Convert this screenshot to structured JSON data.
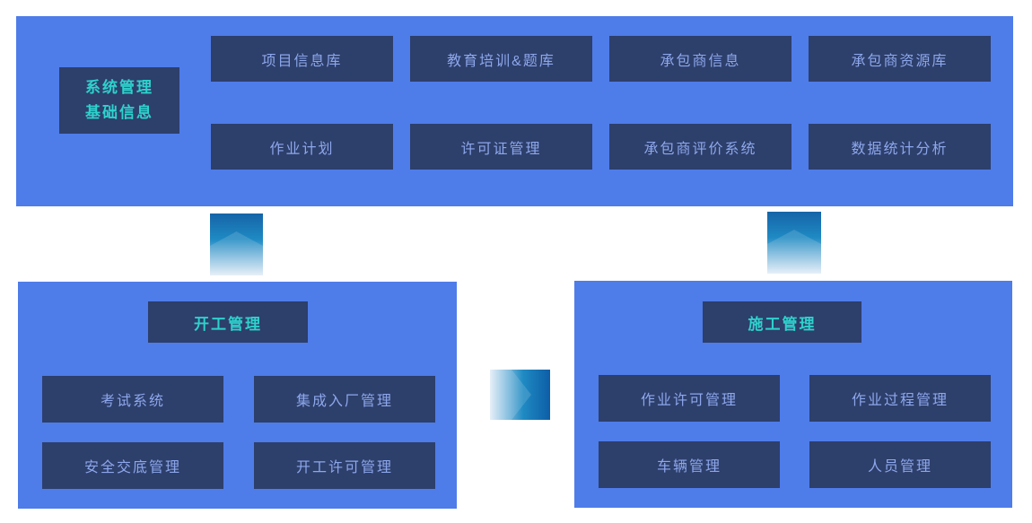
{
  "colors": {
    "panel_blue": "#4e7ce9",
    "box_navy": "#2d3f6b",
    "box_label": "#8da7ec",
    "header_teal": "#2ed1cd",
    "canvas_bg": "#ffffff",
    "arrow_dark": "#1564a8",
    "arrow_mid": "#1f8ac3",
    "arrow_light": "#e3edf7"
  },
  "top_panel": {
    "header": {
      "line1": "系统管理",
      "line2": "基础信息"
    },
    "modules_row1": [
      "项目信息库",
      "教育培训&题库",
      "承包商信息",
      "承包商资源库"
    ],
    "modules_row2": [
      "作业计划",
      "许可证管理",
      "承包商评价系统",
      "数据统计分析"
    ]
  },
  "startwork_panel": {
    "title": "开工管理",
    "modules": [
      "考试系统",
      "集成入厂管理",
      "安全交底管理",
      "开工许可管理"
    ]
  },
  "construction_panel": {
    "title": "施工管理",
    "modules": [
      "作业许可管理",
      "作业过程管理",
      "车辆管理",
      "人员管理"
    ]
  }
}
